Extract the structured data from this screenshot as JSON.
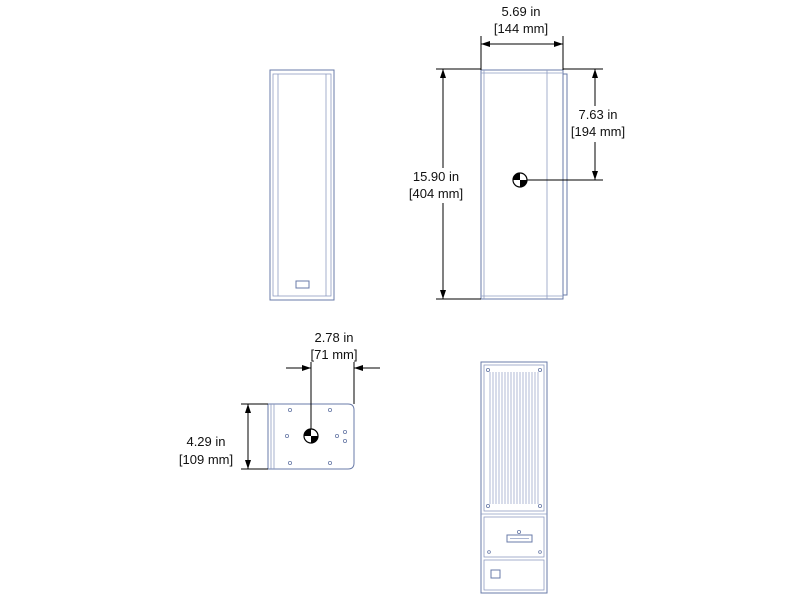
{
  "dimensions": {
    "width": {
      "inches": "5.69 in",
      "mm": "[144 mm]"
    },
    "height": {
      "inches": "15.90 in",
      "mm": "[404 mm]"
    },
    "center_of_gravity_height": {
      "inches": "7.63 in",
      "mm": "[194 mm]"
    },
    "center_of_gravity_depth": {
      "inches": "2.78 in",
      "mm": "[71 mm]"
    },
    "depth": {
      "inches": "4.29 in",
      "mm": "[109 mm]"
    }
  },
  "colors": {
    "outline": "#6a7ba8",
    "dimension_lines": "#000000",
    "background": "#ffffff"
  },
  "icons": {
    "center_of_gravity": "center-of-gravity-icon"
  }
}
